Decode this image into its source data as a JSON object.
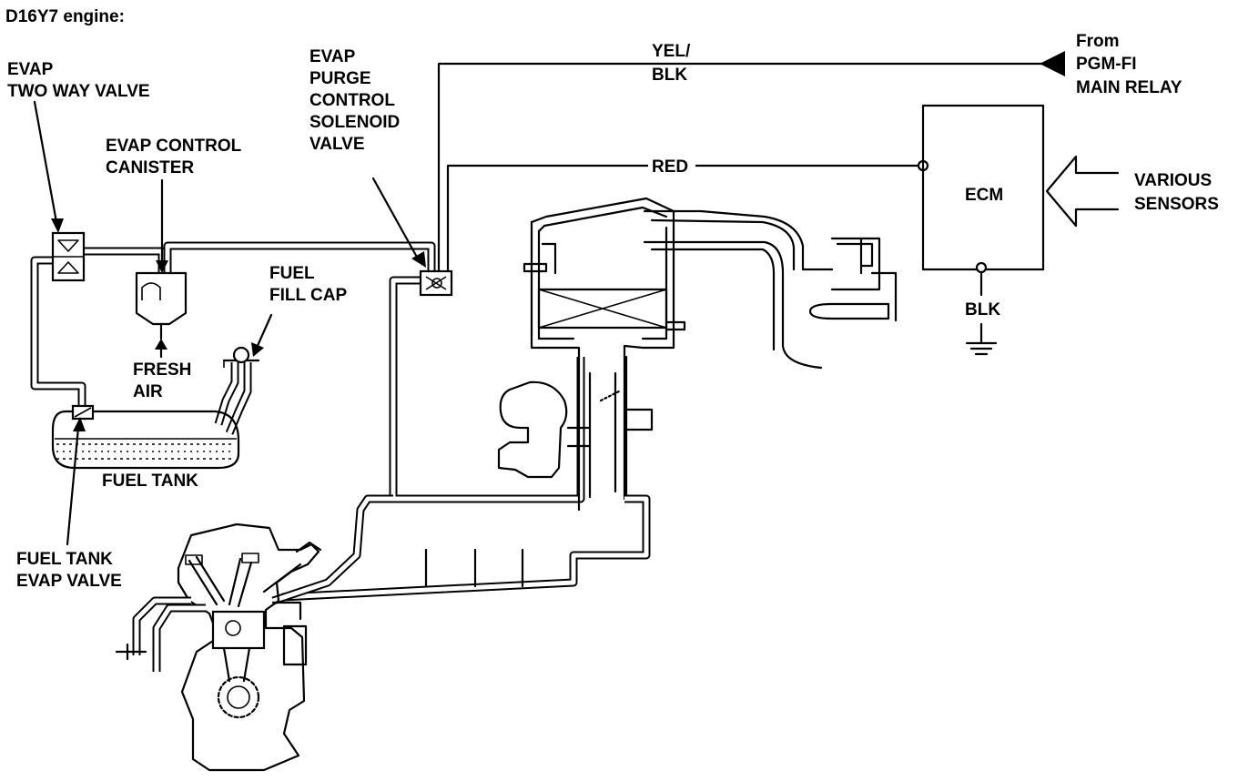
{
  "title": "D16Y7 engine:",
  "labels": {
    "two_way_valve": [
      "EVAP",
      "TWO WAY VALVE"
    ],
    "canister": [
      "EVAP CONTROL",
      "CANISTER"
    ],
    "purge_valve": [
      "EVAP",
      "PURGE",
      "CONTROL",
      "SOLENOID",
      "VALVE"
    ],
    "fuel_fill_cap": [
      "FUEL",
      "FILL CAP"
    ],
    "fresh_air": [
      "FRESH",
      "AIR"
    ],
    "fuel_tank": "FUEL TANK",
    "fuel_tank_evap_valve": [
      "FUEL TANK",
      "EVAP VALVE"
    ],
    "wire_yel_blk": [
      "YEL/",
      "BLK"
    ],
    "wire_red": "RED",
    "wire_blk": "BLK",
    "ecm": "ECM",
    "from_relay": [
      "From",
      "PGM-FI",
      "MAIN RELAY"
    ],
    "various_sensors": [
      "VARIOUS",
      "SENSORS"
    ]
  }
}
